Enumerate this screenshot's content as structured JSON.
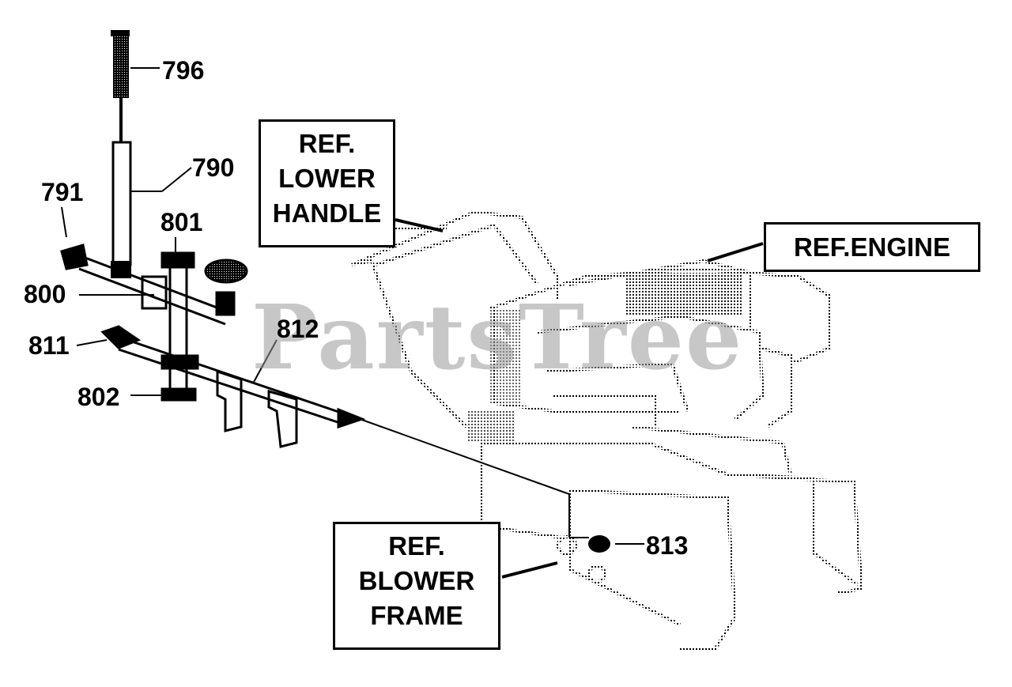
{
  "watermark": "PartsTree",
  "part_numbers": {
    "p796": "796",
    "p790": "790",
    "p791": "791",
    "p801": "801",
    "p800": "800",
    "p811": "811",
    "p812": "812",
    "p802": "802",
    "p813": "813"
  },
  "ref_labels": {
    "lower_handle": [
      "REF.",
      "LOWER",
      "HANDLE"
    ],
    "engine": [
      "REF.ENGINE"
    ],
    "blower_frame": [
      "REF.",
      "BLOWER",
      "FRAME"
    ]
  },
  "colors": {
    "ink": "#000000",
    "paper": "#ffffff",
    "watermark": "#9a9a9a"
  }
}
